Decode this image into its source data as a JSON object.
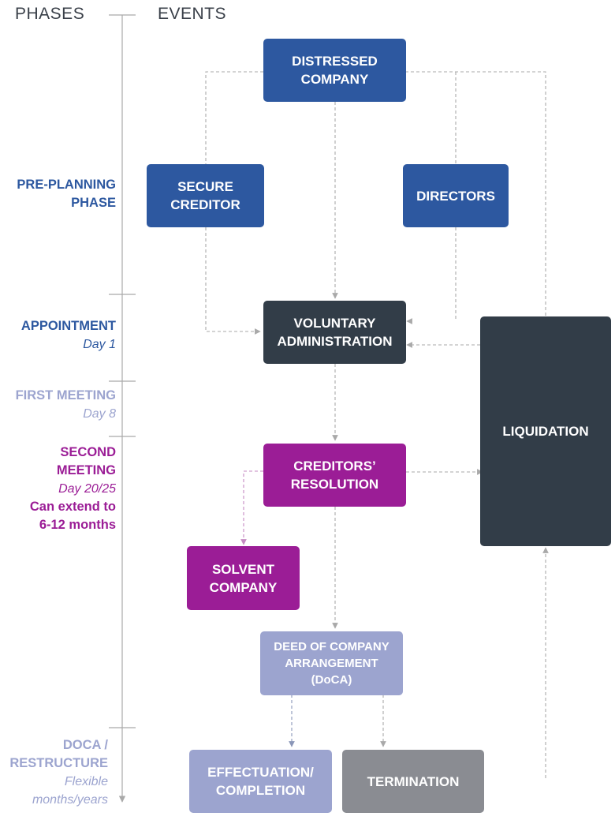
{
  "headers": {
    "phases": "PHASES",
    "events": "EVENTS"
  },
  "phases": [
    {
      "id": "pre-planning",
      "title": "PRE-PLANNING\nPHASE",
      "sub": "",
      "color": "#2d58a0",
      "sub_color": "#2d58a0"
    },
    {
      "id": "appointment",
      "title": "APPOINTMENT",
      "sub": "Day 1",
      "color": "#2d58a0",
      "sub_color": "#2d58a0"
    },
    {
      "id": "first-meeting",
      "title": "FIRST MEETING",
      "sub": "Day 8",
      "color": "#9ca4cf",
      "sub_color": "#9ca4cf"
    },
    {
      "id": "second-meeting",
      "title": "SECOND\nMEETING",
      "sub": "Day 20/25",
      "extra": "Can extend to\n6-12 months",
      "color": "#9b1d96",
      "sub_color": "#9b1d96"
    },
    {
      "id": "doca-restructure",
      "title": "DOCA /\nRESTRUCTURE",
      "sub": "Flexible\nmonths/years",
      "color": "#9ca4cf",
      "sub_color": "#9ca4cf"
    }
  ],
  "boxes": {
    "distressed_company": "DISTRESSED\nCOMPANY",
    "secure_creditor": "SECURE\nCREDITOR",
    "directors": "DIRECTORS",
    "voluntary_administration": "VOLUNTARY\nADMINISTRATION",
    "liquidation": "LIQUIDATION",
    "creditors_resolution": "CREDITORS’\nRESOLUTION",
    "solvent_company": "SOLVENT\nCOMPANY",
    "doca": "DEED OF COMPANY\nARRANGEMENT\n(DoCA)",
    "effectuation": "EFFECTUATION/\nCOMPLETION",
    "termination": "TERMINATION"
  },
  "colors": {
    "navy": "#2d58a0",
    "dark": "#323d48",
    "purple": "#9b1d96",
    "lavender": "#9ca4cf",
    "gray": "#8a8c92",
    "connector": "#a9a9a9"
  }
}
